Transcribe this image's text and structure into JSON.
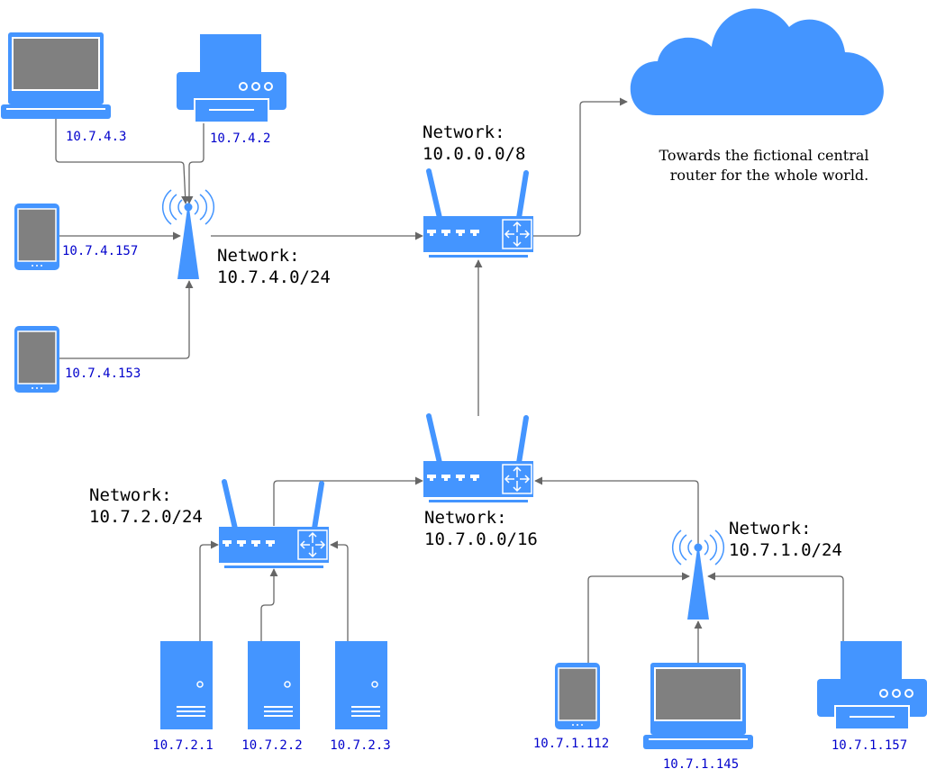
{
  "colors": {
    "device": "#4495ff",
    "screen": "#808080",
    "wire": "#666666",
    "ip_text": "#0000cc",
    "label_text": "#000000"
  },
  "cloud": {
    "icon": "cloud-icon",
    "text_line1": "Towards the fictional central",
    "text_line2": "router for the whole world."
  },
  "networks": {
    "core": {
      "label": "Network:",
      "value": "10.0.0.0/8"
    },
    "wifi_a": {
      "label": "Network:",
      "value": "10.7.4.0/24"
    },
    "distribution": {
      "label": "Network:",
      "value": "10.7.0.0/16"
    },
    "servers": {
      "label": "Network:",
      "value": "10.7.2.0/24"
    },
    "wifi_b": {
      "label": "Network:",
      "value": "10.7.1.0/24"
    }
  },
  "devices": {
    "laptop_a": {
      "icon": "laptop-icon",
      "ip": "10.7.4.3"
    },
    "printer_a": {
      "icon": "printer-icon",
      "ip": "10.7.4.2"
    },
    "tablet_a1": {
      "icon": "tablet-icon",
      "ip": "10.7.4.157"
    },
    "tablet_a2": {
      "icon": "tablet-icon",
      "ip": "10.7.4.153"
    },
    "server_1": {
      "icon": "server-icon",
      "ip": "10.7.2.1"
    },
    "server_2": {
      "icon": "server-icon",
      "ip": "10.7.2.2"
    },
    "server_3": {
      "icon": "server-icon",
      "ip": "10.7.2.3"
    },
    "tablet_b": {
      "icon": "tablet-icon",
      "ip": "10.7.1.112"
    },
    "laptop_b": {
      "icon": "laptop-icon",
      "ip": "10.7.1.145"
    },
    "printer_b": {
      "icon": "printer-icon",
      "ip": "10.7.1.157"
    }
  },
  "infrastructure": {
    "router_core": {
      "icon": "router-icon"
    },
    "router_distribution": {
      "icon": "router-icon"
    },
    "router_servers": {
      "icon": "router-icon"
    },
    "ap_a": {
      "icon": "wireless-access-point-icon"
    },
    "ap_b": {
      "icon": "wireless-access-point-icon"
    }
  }
}
